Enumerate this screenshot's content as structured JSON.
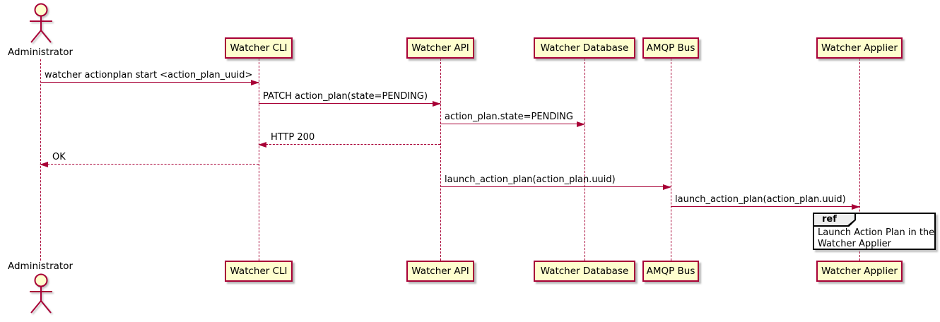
{
  "diagram_type": "sequence-diagram",
  "colors": {
    "accent": "#A80036",
    "participant_fill": "#FEFECE",
    "ref_header_fill": "#EEEEEE",
    "background": "#FFFFFF",
    "text": "#000000"
  },
  "actor": {
    "name": "Administrator"
  },
  "participants": [
    {
      "label": "Watcher CLI"
    },
    {
      "label": "Watcher API"
    },
    {
      "label": "Watcher Database"
    },
    {
      "label": "AMQP Bus"
    },
    {
      "label": "Watcher Applier"
    }
  ],
  "messages": [
    {
      "from": "Administrator",
      "to": "Watcher CLI",
      "text": "watcher actionplan start <action_plan_uuid>",
      "line": "solid",
      "direction": "right"
    },
    {
      "from": "Watcher CLI",
      "to": "Watcher API",
      "text": "PATCH action_plan(state=PENDING)",
      "line": "solid",
      "direction": "right"
    },
    {
      "from": "Watcher API",
      "to": "Watcher Database",
      "text": "action_plan.state=PENDING",
      "line": "solid",
      "direction": "right"
    },
    {
      "from": "Watcher API",
      "to": "Watcher CLI",
      "text": "HTTP 200",
      "line": "dashed",
      "direction": "left"
    },
    {
      "from": "Watcher CLI",
      "to": "Administrator",
      "text": "OK",
      "line": "dashed",
      "direction": "left"
    },
    {
      "from": "Watcher API",
      "to": "AMQP Bus",
      "text": "launch_action_plan(action_plan.uuid)",
      "line": "solid",
      "direction": "right"
    },
    {
      "from": "AMQP Bus",
      "to": "Watcher Applier",
      "text": "launch_action_plan(action_plan.uuid)",
      "line": "solid",
      "direction": "right"
    }
  ],
  "ref": {
    "keyword": "ref",
    "over": "Watcher Applier",
    "line1": "Launch Action Plan in the",
    "line2": "Watcher Applier"
  }
}
